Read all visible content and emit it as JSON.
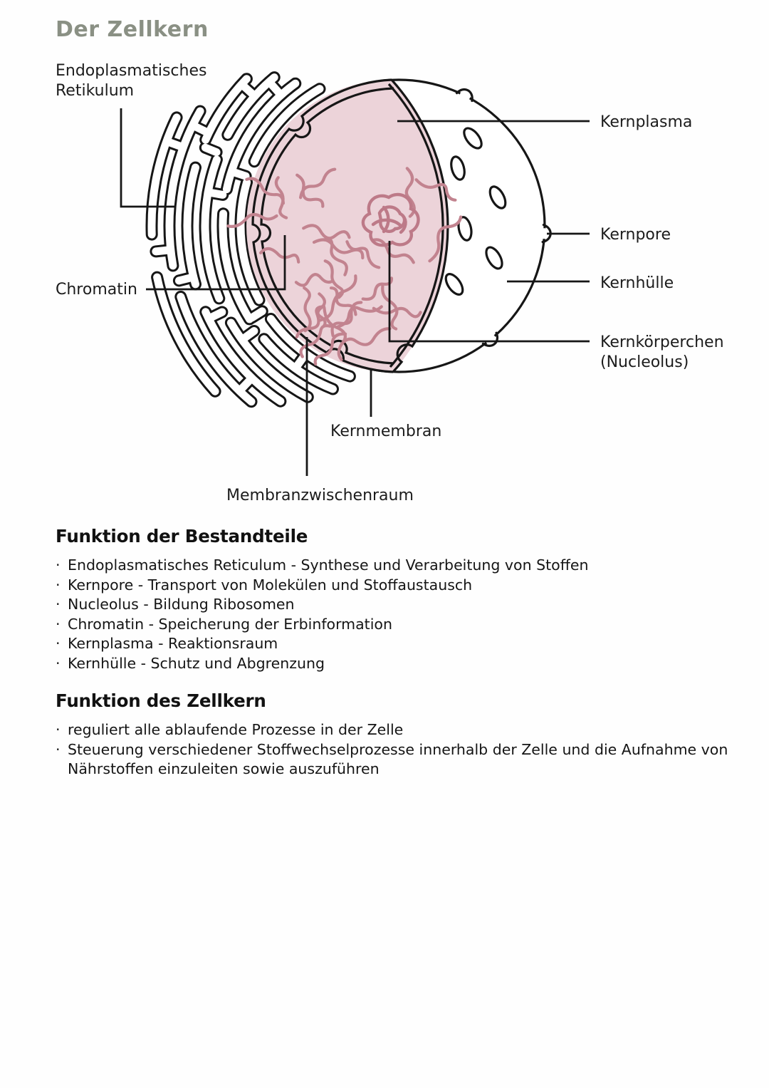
{
  "page": {
    "title": "Der Zellkern"
  },
  "diagram": {
    "labels": {
      "er_line1": "Endoplasmatisches",
      "er_line2": "Retikulum",
      "chromatin": "Chromatin",
      "kernplasma": "Kernplasma",
      "kernpore": "Kernpore",
      "kernhuelle": "Kernhülle",
      "kernkoerperchen_line1": "Kernkörperchen",
      "kernkoerperchen_line2": "(Nucleolus)",
      "kernmembran": "Kernmembran",
      "membranzwischenraum": "Membranzwischenraum"
    },
    "colors": {
      "title": "#8a9084",
      "nucleoplasm_fill": "#ecd3d9",
      "chromatin_stroke": "#c2838f",
      "nucleolus_stroke": "#bd7a88",
      "outline": "#161616"
    }
  },
  "sections": [
    {
      "heading": "Funktion der Bestandteile",
      "bullets": [
        "Endoplasmatisches Reticulum - Synthese und Verarbeitung von Stoffen",
        "Kernpore - Transport von Molekülen und Stoffaustausch",
        "Nucleolus - Bildung Ribosomen",
        "Chromatin - Speicherung der Erbinformation",
        "Kernplasma - Reaktionsraum",
        "Kernhülle - Schutz und Abgrenzung"
      ]
    },
    {
      "heading": "Funktion des Zellkern",
      "bullets": [
        "reguliert alle ablaufende Prozesse in der Zelle",
        "Steuerung verschiedener Stoffwechselprozesse innerhalb der Zelle und die Aufnahme von Nährstoffen einzuleiten sowie auszuführen"
      ]
    }
  ]
}
